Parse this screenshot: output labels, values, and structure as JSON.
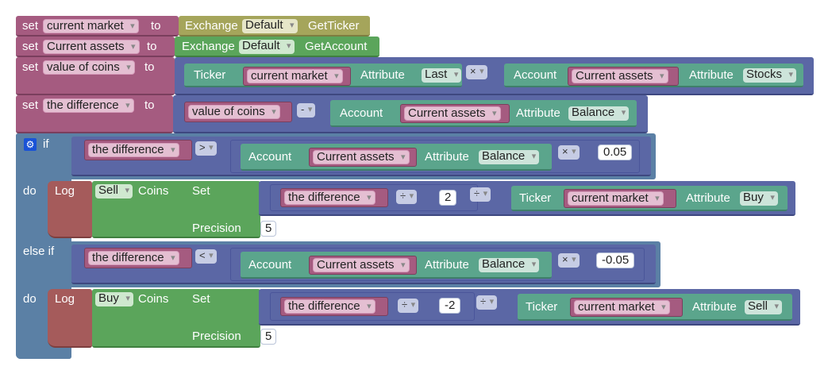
{
  "workspace": {
    "set": "set",
    "to": "to",
    "exchange": "Exchange",
    "default": "Default",
    "get_ticker": "GetTicker",
    "get_account": "GetAccount",
    "ticker": "Ticker",
    "account": "Account",
    "attribute": "Attribute",
    "log": "Log",
    "coins": "Coins",
    "set_lbl": "Set",
    "precision": "Precision",
    "if": "if",
    "do": "do",
    "else_if": "else if"
  },
  "variables": {
    "current_market": "current market",
    "current_assets": "Current assets",
    "value_of_coins": "value of coins",
    "the_difference": "the difference"
  },
  "attributes": {
    "last": "Last",
    "stocks": "Stocks",
    "balance": "Balance",
    "buy": "Buy",
    "sell": "Sell"
  },
  "operators": {
    "times": "×",
    "minus": "-",
    "divide": "÷",
    "gt": ">",
    "lt": "<"
  },
  "values": {
    "threshold_pos": "0.05",
    "threshold_neg": "-0.05",
    "two": "2",
    "neg_two": "-2",
    "precision": "5"
  },
  "log_actions": {
    "sell": "Sell",
    "buy": "Buy"
  }
}
